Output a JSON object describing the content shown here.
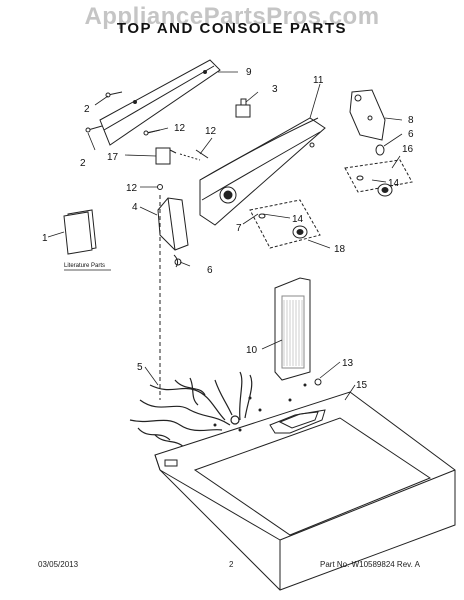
{
  "watermark": "AppliancePartsPros.com",
  "title": "TOP AND CONSOLE PARTS",
  "literature_label": "Literature Parts",
  "callouts": [
    {
      "id": "c1",
      "label": "1"
    },
    {
      "id": "c2a",
      "label": "2"
    },
    {
      "id": "c2b",
      "label": "2"
    },
    {
      "id": "c3",
      "label": "3"
    },
    {
      "id": "c4",
      "label": "4"
    },
    {
      "id": "c5",
      "label": "5"
    },
    {
      "id": "c6a",
      "label": "6"
    },
    {
      "id": "c6b",
      "label": "6"
    },
    {
      "id": "c7",
      "label": "7"
    },
    {
      "id": "c8",
      "label": "8"
    },
    {
      "id": "c9",
      "label": "9"
    },
    {
      "id": "c10",
      "label": "10"
    },
    {
      "id": "c11",
      "label": "11"
    },
    {
      "id": "c12a",
      "label": "12"
    },
    {
      "id": "c12b",
      "label": "12"
    },
    {
      "id": "c12c",
      "label": "12"
    },
    {
      "id": "c13",
      "label": "13"
    },
    {
      "id": "c14a",
      "label": "14"
    },
    {
      "id": "c14b",
      "label": "14"
    },
    {
      "id": "c15",
      "label": "15"
    },
    {
      "id": "c16",
      "label": "16"
    },
    {
      "id": "c17",
      "label": "17"
    },
    {
      "id": "c18",
      "label": "18"
    }
  ],
  "footer": {
    "date": "03/05/2013",
    "page": "2",
    "part_no": "Part No. W10589824  Rev. A"
  }
}
